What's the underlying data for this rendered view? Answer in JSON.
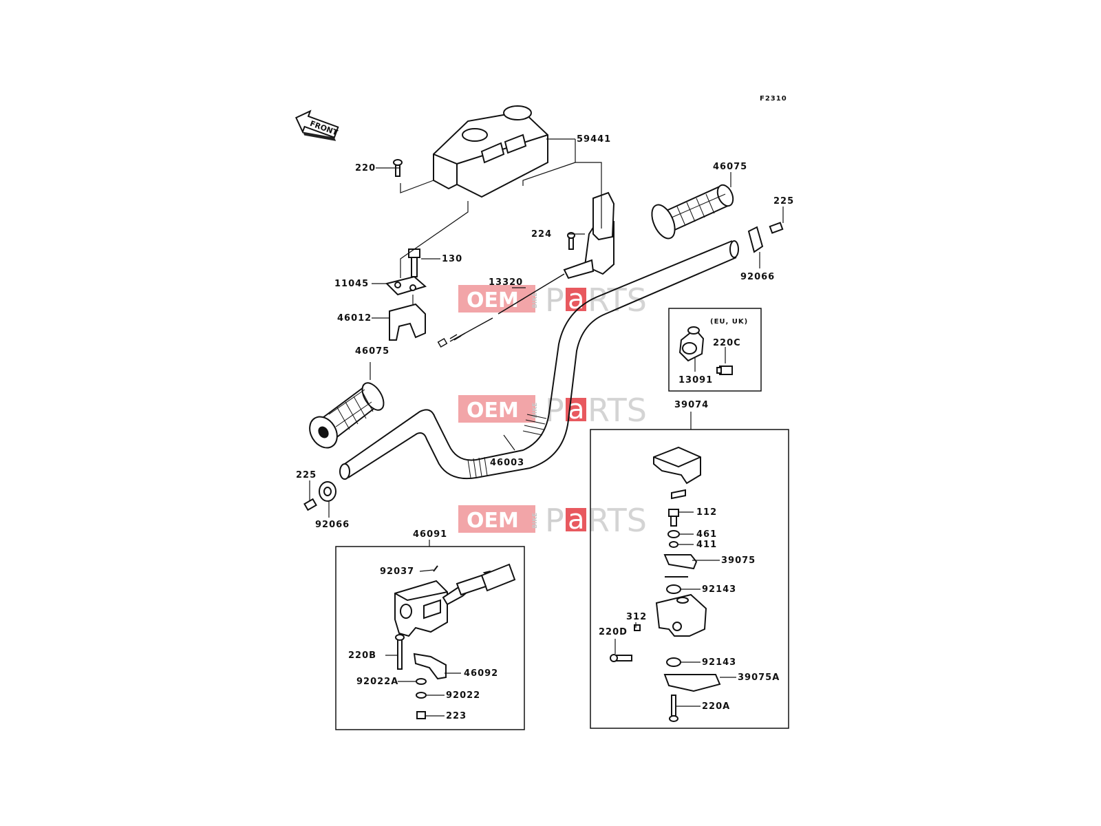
{
  "diagram_code": "F2310",
  "front_label": "FRONT",
  "region_note": "(EU, UK)",
  "watermark": {
    "oem": "OEM",
    "bike": "BIKE",
    "p": "P",
    "a": "a",
    "rts": "RTS",
    "pink": "#f2a5a8",
    "red": "#e8595f"
  },
  "parts": [
    {
      "key": "p59441",
      "text": "59441"
    },
    {
      "key": "p220",
      "text": "220"
    },
    {
      "key": "p46075_r",
      "text": "46075"
    },
    {
      "key": "p225_r",
      "text": "225"
    },
    {
      "key": "p224",
      "text": "224"
    },
    {
      "key": "p130",
      "text": "130"
    },
    {
      "key": "p11045",
      "text": "11045"
    },
    {
      "key": "p13320",
      "text": "13320"
    },
    {
      "key": "p92066_r",
      "text": "92066"
    },
    {
      "key": "p46012",
      "text": "46012"
    },
    {
      "key": "p46075_l",
      "text": "46075"
    },
    {
      "key": "p220c",
      "text": "220C"
    },
    {
      "key": "p13091",
      "text": "13091"
    },
    {
      "key": "p39074",
      "text": "39074"
    },
    {
      "key": "p46003",
      "text": "46003"
    },
    {
      "key": "p225_l",
      "text": "225"
    },
    {
      "key": "p92066_l",
      "text": "92066"
    },
    {
      "key": "p112",
      "text": "112"
    },
    {
      "key": "p46091",
      "text": "46091"
    },
    {
      "key": "p461",
      "text": "461"
    },
    {
      "key": "p411",
      "text": "411"
    },
    {
      "key": "p39075",
      "text": "39075"
    },
    {
      "key": "p92037",
      "text": "92037"
    },
    {
      "key": "p92143_a",
      "text": "92143"
    },
    {
      "key": "p312",
      "text": "312"
    },
    {
      "key": "p220d",
      "text": "220D"
    },
    {
      "key": "p220b",
      "text": "220B"
    },
    {
      "key": "p46092",
      "text": "46092"
    },
    {
      "key": "p92143_b",
      "text": "92143"
    },
    {
      "key": "p39075a",
      "text": "39075A"
    },
    {
      "key": "p92022a",
      "text": "92022A"
    },
    {
      "key": "p92022",
      "text": "92022"
    },
    {
      "key": "p220a",
      "text": "220A"
    },
    {
      "key": "p223",
      "text": "223"
    }
  ]
}
